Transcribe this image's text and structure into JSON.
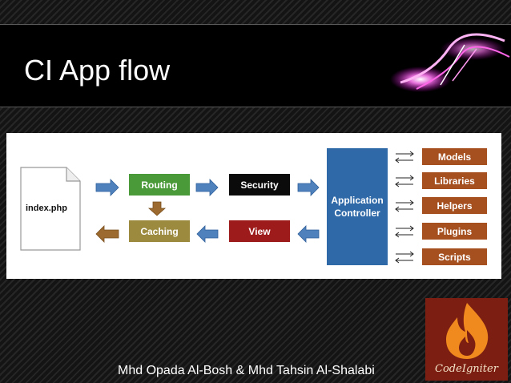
{
  "slide": {
    "title": "CI App flow",
    "footer": "Mhd Opada Al-Bosh & Mhd Tahsin Al-Shalabi"
  },
  "diagram": {
    "entry": "index.php",
    "routing": "Routing",
    "security": "Security",
    "caching": "Caching",
    "view": "View",
    "controller_line1": "Application",
    "controller_line2": "Controller",
    "modules": [
      "Models",
      "Libraries",
      "Helpers",
      "Plugins",
      "Scripts"
    ],
    "colors": {
      "routing": "#4a9a3a",
      "security": "#0b0b0b",
      "caching": "#9c8a3e",
      "view": "#9e1b1b",
      "controller": "#2f69a8",
      "modules": "#a65020",
      "arrow": "#4f81bd",
      "return_arrow": "#9c6a2e"
    }
  },
  "logo": {
    "text": "CodeIgniter"
  }
}
